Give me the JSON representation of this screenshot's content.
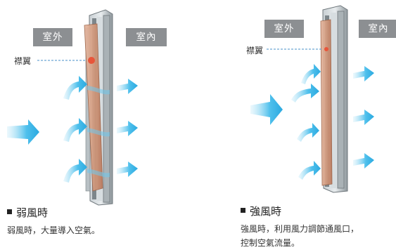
{
  "panels": [
    {
      "outdoor_label": "室外",
      "indoor_label": "室內",
      "flap_label": "襟翼",
      "heading": "弱風時",
      "description_lines": [
        "弱風時，大量導入空氣。"
      ]
    },
    {
      "outdoor_label": "室外",
      "indoor_label": "室內",
      "flap_label": "襟翼",
      "heading": "強風時",
      "description_lines": [
        "強風時，利用風力調節通風口，",
        "控制空氣流量。"
      ]
    }
  ],
  "colors": {
    "arrow_blue": "#3fb7e6",
    "flap_copper": "#c98f72",
    "frame_gray": "#9aa3a8",
    "label_gray": "#8c8f92",
    "pivot_red": "#e8553a"
  }
}
